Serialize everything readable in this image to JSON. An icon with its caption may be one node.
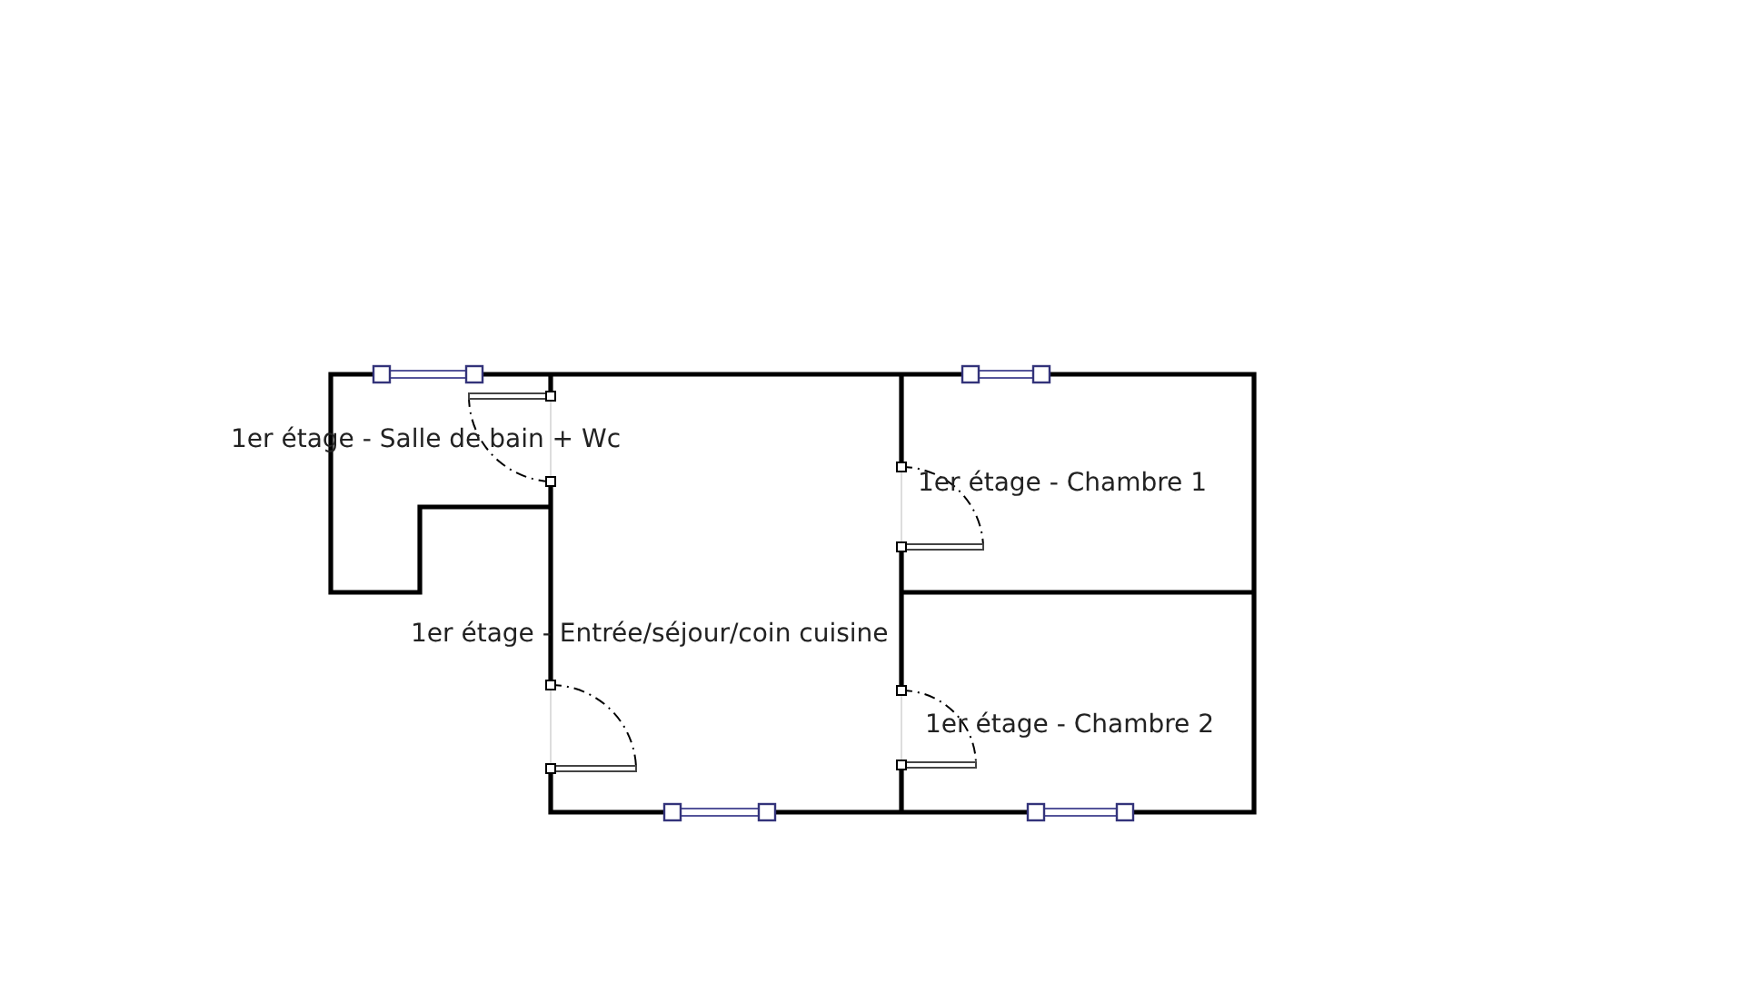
{
  "diagram": {
    "labels": [
      "1er étage - Salle de bain + Wc",
      "1er étage - Chambre 1",
      "1er étage - Entrée/séjour/coin cuisine",
      "1er étage - Chambre 2"
    ]
  }
}
